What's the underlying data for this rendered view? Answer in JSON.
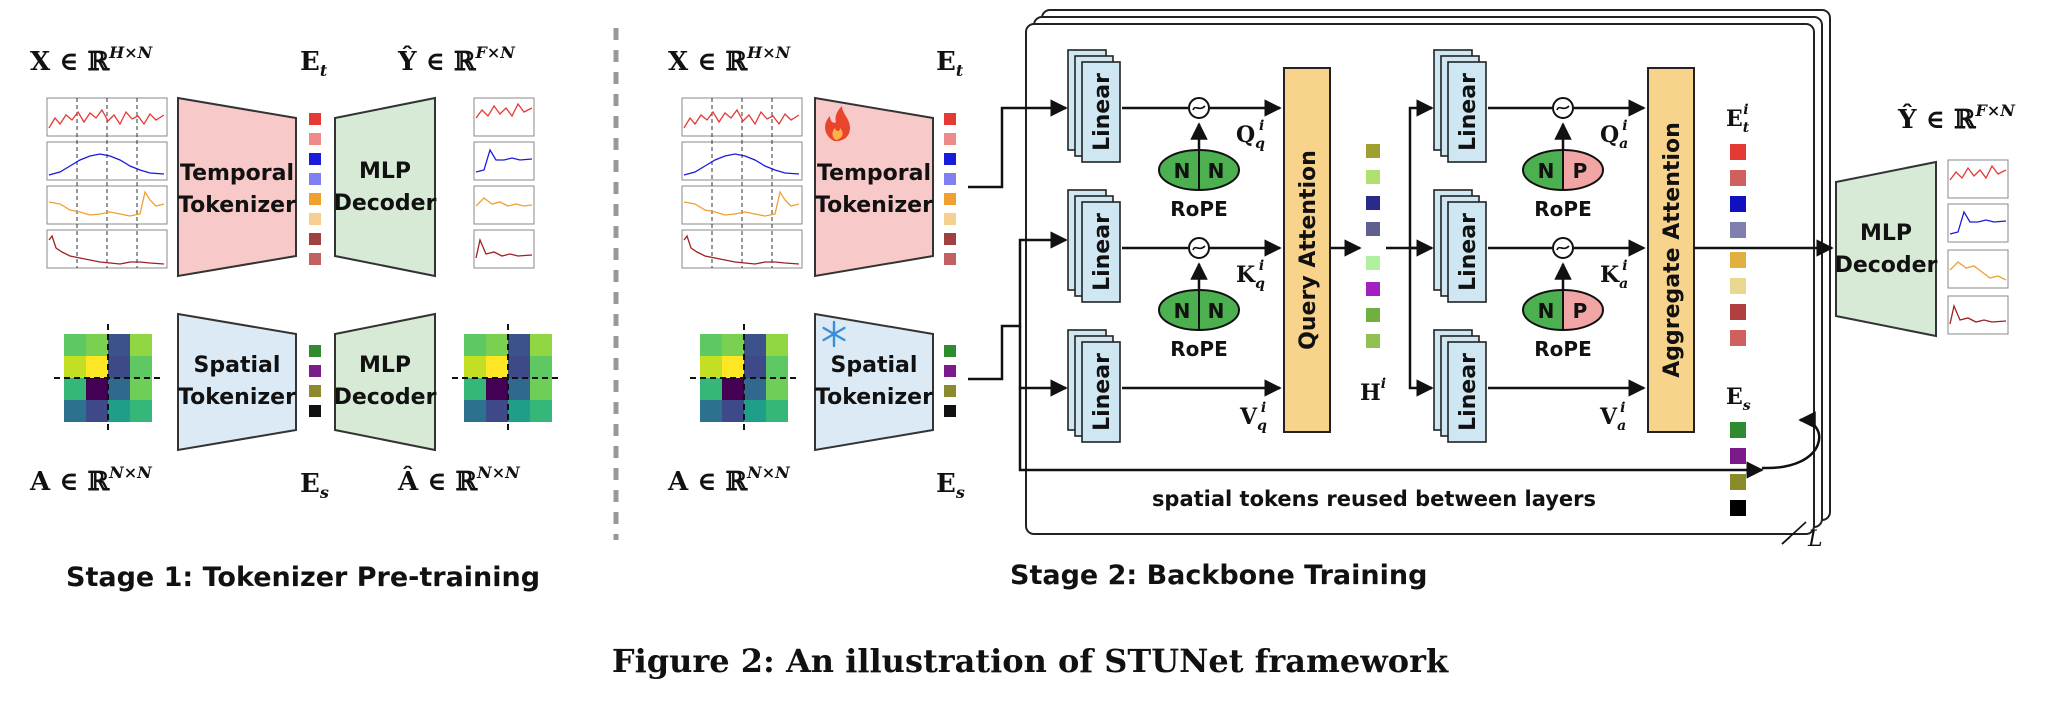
{
  "stage1": {
    "title": "Stage 1: Tokenizer Pre-training",
    "x_label": "X ∈ ℝ",
    "x_sup": "H×N",
    "et_label": "E",
    "et_sub": "t",
    "yhat_label": "Ŷ ∈ ℝ",
    "yhat_sup": "F×N",
    "a_label": "A ∈ ℝ",
    "a_sup": "N×N",
    "es_label": "E",
    "es_sub": "s",
    "ahat_label": "Â ∈ ℝ",
    "ahat_sup": "N×N",
    "temporal_tokenizer": [
      "Temporal",
      "Tokenizer"
    ],
    "spatial_tokenizer": [
      "Spatial",
      "Tokenizer"
    ],
    "mlp_decoder": [
      "MLP",
      "Decoder"
    ]
  },
  "stage2": {
    "title": "Stage 2: Backbone Training",
    "x_label": "X ∈ ℝ",
    "x_sup": "H×N",
    "et_label": "E",
    "et_sub": "t",
    "a_label": "A ∈ ℝ",
    "a_sup": "N×N",
    "es_label": "E",
    "es_sub": "s",
    "temporal_tokenizer": [
      "Temporal",
      "Tokenizer"
    ],
    "spatial_tokenizer": [
      "Spatial",
      "Tokenizer"
    ],
    "linear": "Linear",
    "rope": "RoPE",
    "n": "N",
    "p": "P",
    "query_attention": "Query Attention",
    "aggregate_attention": "Aggregate Attention",
    "q_q": "Q",
    "k_q": "K",
    "v_q": "V",
    "q_sub": "q",
    "q_a": "Q",
    "k_a": "K",
    "v_a": "V",
    "a_sub": "a",
    "sup_i": "i",
    "h_label": "H",
    "eti_label": "E",
    "eti_sub": "t",
    "es2_label": "E",
    "es2_sub": "s",
    "layers": "L",
    "reuse_note": "spatial tokens reused between layers",
    "yhat_label": "Ŷ ∈ ℝ",
    "yhat_sup": "F×N",
    "mlp_decoder": [
      "MLP",
      "Decoder"
    ]
  },
  "caption": "Figure 2: An illustration of STUNet framework",
  "colors": {
    "temporal_fill": "#f7c9c9",
    "spatial_fill": "#dceaf5",
    "decoder_fill": "#d6ead6",
    "linear_fill": "#cfe6f3",
    "attention_fill": "#f7d38c",
    "rope_n": "#4caf50",
    "rope_p": "#f2a5a5",
    "temporal_tokens": [
      "#e53935",
      "#ef8a8a",
      "#1a1adb",
      "#8080f0",
      "#f0a030",
      "#f5d090",
      "#a04040",
      "#c06060"
    ],
    "spatial_tokens": [
      "#2e8b2e",
      "#7b1a8b",
      "#8b8b2e",
      "#111111"
    ],
    "h_tokens": [
      "#a0a030",
      "#b0e070",
      "#2a2a8a",
      "#606090",
      "#b0f0a0",
      "#a020c0",
      "#70b040",
      "#90c050"
    ],
    "eti_tokens": [
      "#e53935",
      "#d06060",
      "#1010c0",
      "#8080b0",
      "#e0b040",
      "#e8d890",
      "#b04040",
      "#d06060"
    ],
    "es2_tokens": [
      "#2e8b2e",
      "#7b1a8b",
      "#8b8b2e",
      "#000000"
    ]
  },
  "icons": [
    "fire-icon",
    "snowflake-icon"
  ]
}
